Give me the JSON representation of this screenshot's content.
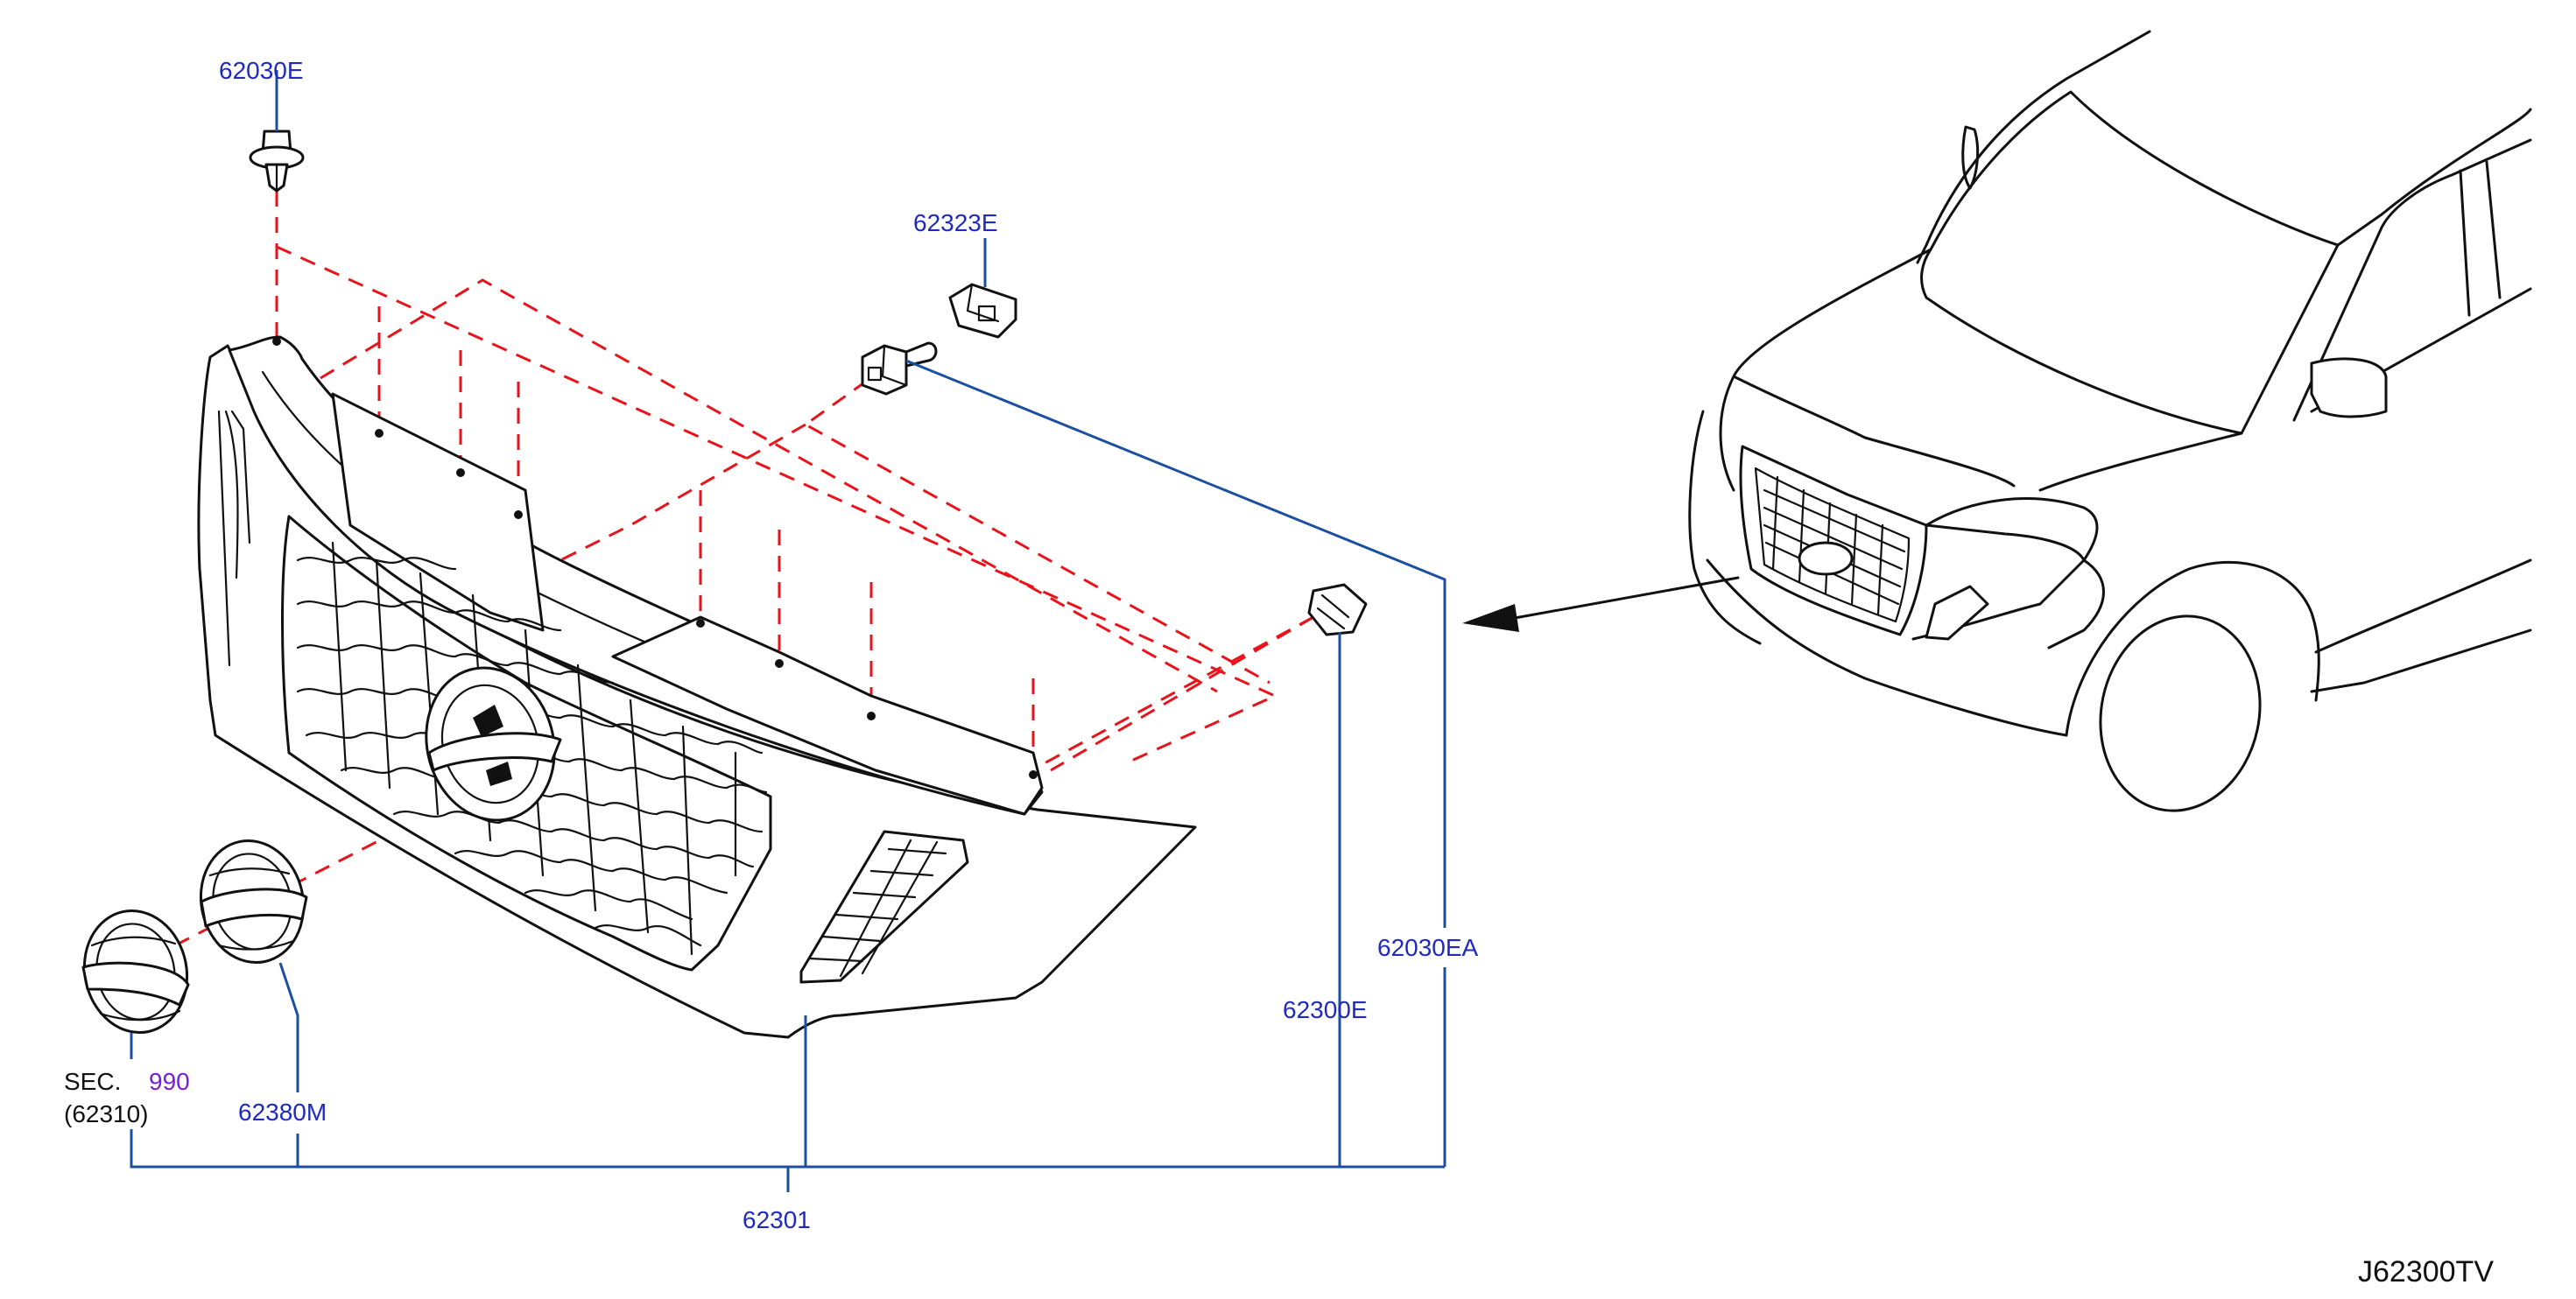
{
  "diagram": {
    "callouts": {
      "clip_top": "62030E",
      "retainer": "62323E",
      "clip_ea": "62030EA",
      "clip_e": "62300E",
      "emblem_rear": "62380M",
      "grille": "62301",
      "sec_prefix": "SEC.",
      "sec_number": "990",
      "sec_sub": "(62310)"
    },
    "drawing_code": "J62300TV",
    "colors": {
      "part_number": "#1f2bbf",
      "section_ref": "#7a1fd6",
      "leader": "#1b4fa0",
      "hidden_line": "#e8141b"
    }
  }
}
